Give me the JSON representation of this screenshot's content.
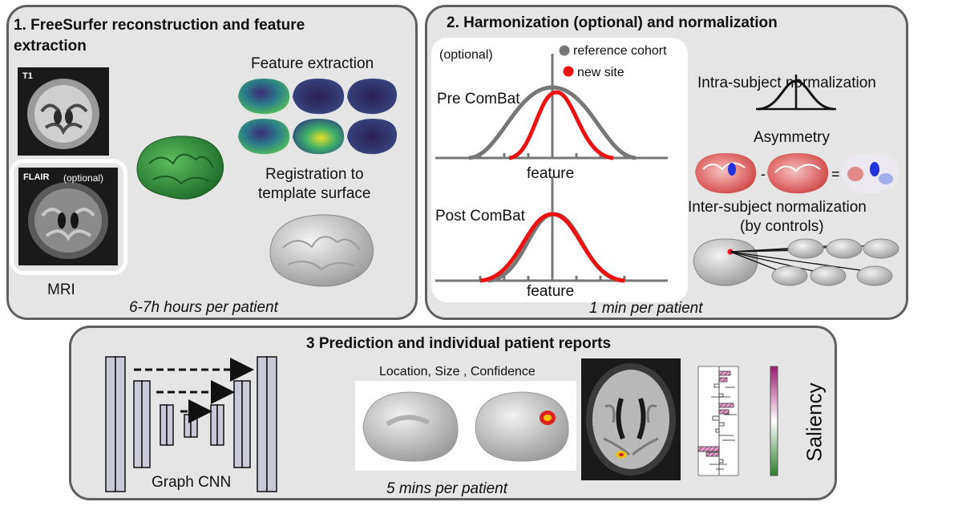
{
  "panel1": {
    "title_line1": "1. FreeSurfer reconstruction and feature",
    "title_line2": "extraction",
    "t1_tag": "T1",
    "flair_tag": "FLAIR",
    "flair_optional": "(optional)",
    "mri_label": "MRI",
    "feature_extraction": "Feature extraction",
    "registration_line1": "Registration to",
    "registration_line2": "template surface",
    "time": "6-7h hours per patient"
  },
  "panel2": {
    "title": "2. Harmonization (optional) and normalization",
    "optional_label": "(optional)",
    "legend_reference": "reference cohort",
    "legend_new_site": "new site",
    "pre_combat": "Pre ComBat",
    "post_combat": "Post ComBat",
    "feature_label_top": "feature",
    "feature_label_bottom": "feature",
    "intra_subject": "Intra-subject normalization",
    "asymmetry": "Asymmetry",
    "asym_minus": "-",
    "asym_equals": "=",
    "inter_line1": "Inter-subject normalization",
    "inter_line2": "(by controls)",
    "time": "1 min per patient",
    "colors": {
      "reference": "#777777",
      "new_site": "#ee1111"
    }
  },
  "panel3": {
    "title": "3 Prediction and individual patient reports",
    "graph_cnn": "Graph CNN",
    "location_size_confidence": "Location, Size , Confidence",
    "saliency": "Saliency",
    "time": "5 mins per patient",
    "colors": {
      "saliency_high": "#9b1b6e",
      "saliency_low": "#2e7d2e"
    }
  }
}
